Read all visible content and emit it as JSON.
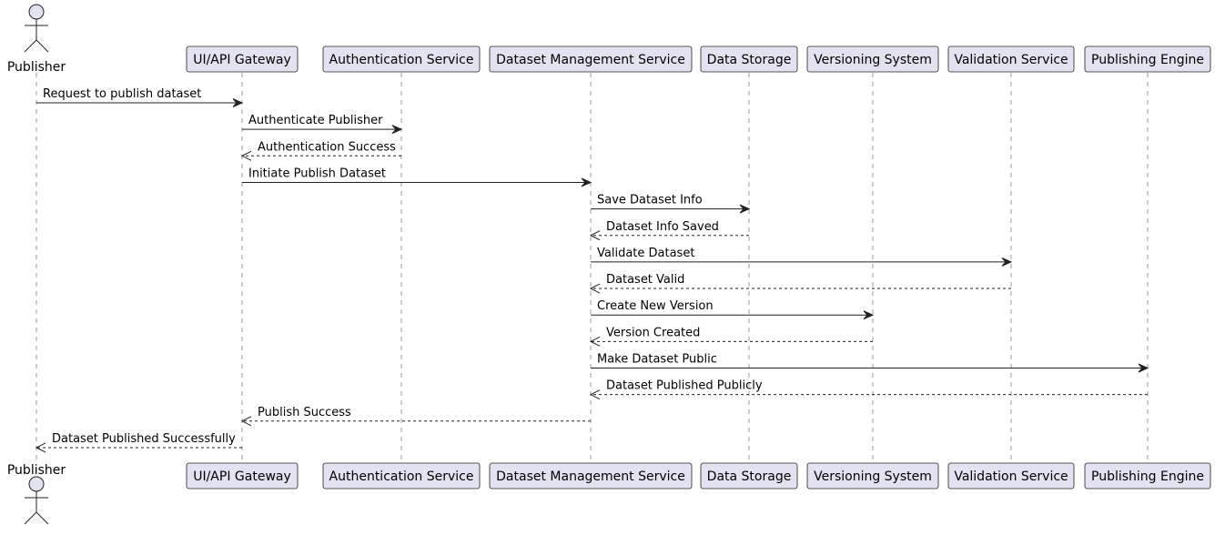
{
  "participants": [
    {
      "id": "publisher",
      "label": "Publisher",
      "kind": "actor"
    },
    {
      "id": "gateway",
      "label": "UI/API Gateway",
      "kind": "box"
    },
    {
      "id": "auth",
      "label": "Authentication Service",
      "kind": "box"
    },
    {
      "id": "dms",
      "label": "Dataset Management Service",
      "kind": "box"
    },
    {
      "id": "storage",
      "label": "Data Storage",
      "kind": "box"
    },
    {
      "id": "versioning",
      "label": "Versioning System",
      "kind": "box"
    },
    {
      "id": "validation",
      "label": "Validation Service",
      "kind": "box"
    },
    {
      "id": "publishing",
      "label": "Publishing Engine",
      "kind": "box"
    }
  ],
  "messages": [
    {
      "from": "publisher",
      "to": "gateway",
      "label": "Request to publish dataset",
      "style": "solid"
    },
    {
      "from": "gateway",
      "to": "auth",
      "label": "Authenticate Publisher",
      "style": "solid"
    },
    {
      "from": "auth",
      "to": "gateway",
      "label": "Authentication Success",
      "style": "dashed"
    },
    {
      "from": "gateway",
      "to": "dms",
      "label": "Initiate Publish Dataset",
      "style": "solid"
    },
    {
      "from": "dms",
      "to": "storage",
      "label": "Save Dataset Info",
      "style": "solid"
    },
    {
      "from": "storage",
      "to": "dms",
      "label": "Dataset Info Saved",
      "style": "dashed"
    },
    {
      "from": "dms",
      "to": "validation",
      "label": "Validate Dataset",
      "style": "solid"
    },
    {
      "from": "validation",
      "to": "dms",
      "label": "Dataset Valid",
      "style": "dashed"
    },
    {
      "from": "dms",
      "to": "versioning",
      "label": "Create New Version",
      "style": "solid"
    },
    {
      "from": "versioning",
      "to": "dms",
      "label": "Version Created",
      "style": "dashed"
    },
    {
      "from": "dms",
      "to": "publishing",
      "label": "Make Dataset Public",
      "style": "solid"
    },
    {
      "from": "publishing",
      "to": "dms",
      "label": "Dataset Published Publicly",
      "style": "dashed"
    },
    {
      "from": "dms",
      "to": "gateway",
      "label": "Publish Success",
      "style": "dashed"
    },
    {
      "from": "gateway",
      "to": "publisher",
      "label": "Dataset Published Successfully",
      "style": "dashed"
    }
  ],
  "colors": {
    "participant_fill": "#e2e2f0",
    "stroke": "#222222",
    "lifeline": "#7f7f7f",
    "background": "#ffffff"
  }
}
